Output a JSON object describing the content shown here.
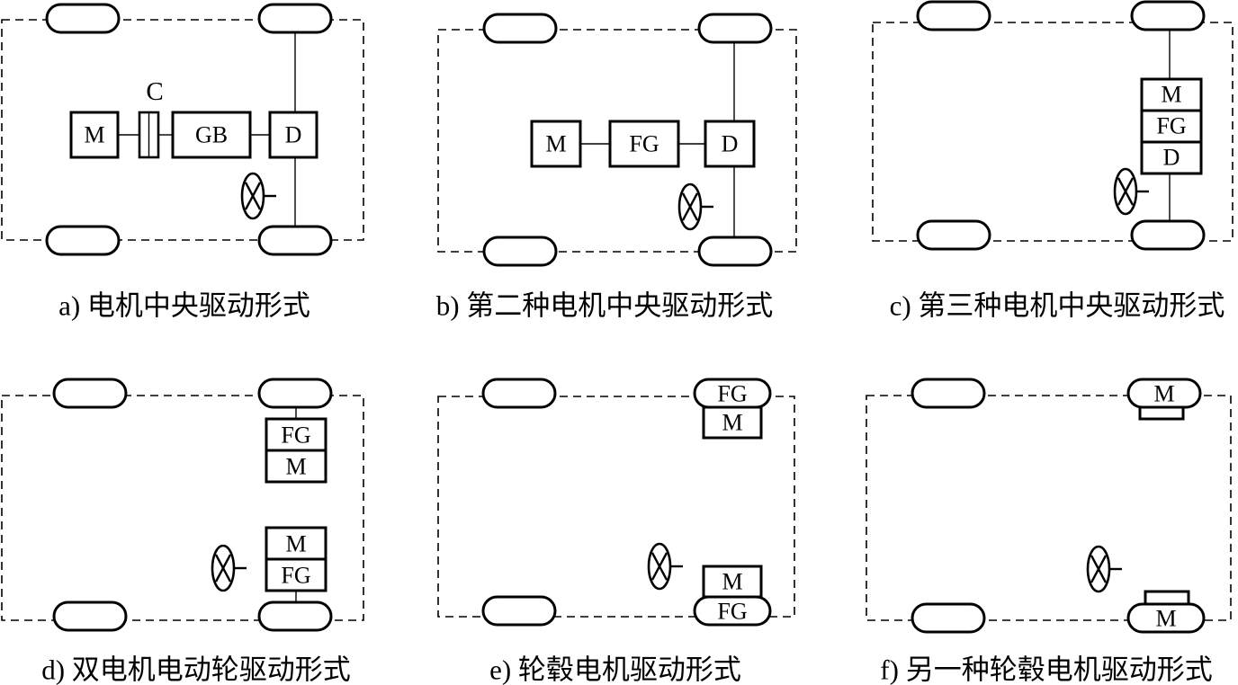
{
  "diagrams": [
    {
      "caption": "a) 电机中央驱动形式",
      "labels": {
        "motor": "M",
        "clutch": "C",
        "gearbox": "GB",
        "diff": "D"
      }
    },
    {
      "caption": "b) 第二种电机中央驱动形式",
      "labels": {
        "motor": "M",
        "fixed_gear": "FG",
        "diff": "D"
      }
    },
    {
      "caption": "c) 第三种电机中央驱动形式",
      "labels": {
        "motor": "M",
        "fixed_gear": "FG",
        "diff": "D"
      }
    },
    {
      "caption": "d) 双电机电动轮驱动形式",
      "labels": {
        "top_fg": "FG",
        "top_m": "M",
        "bot_m": "M",
        "bot_fg": "FG"
      }
    },
    {
      "caption": "e) 轮毂电机驱动形式",
      "labels": {
        "top_fg": "FG",
        "top_m": "M",
        "bot_m": "M",
        "bot_fg": "FG"
      }
    },
    {
      "caption": "f) 另一种轮毂电机驱动形式",
      "labels": {
        "top_m": "M",
        "bot_m": "M"
      }
    }
  ],
  "colors": {
    "line": "#000000",
    "background": "#ffffff"
  },
  "icons": [
    "steering-wheel-icon",
    "wheel-icon"
  ]
}
